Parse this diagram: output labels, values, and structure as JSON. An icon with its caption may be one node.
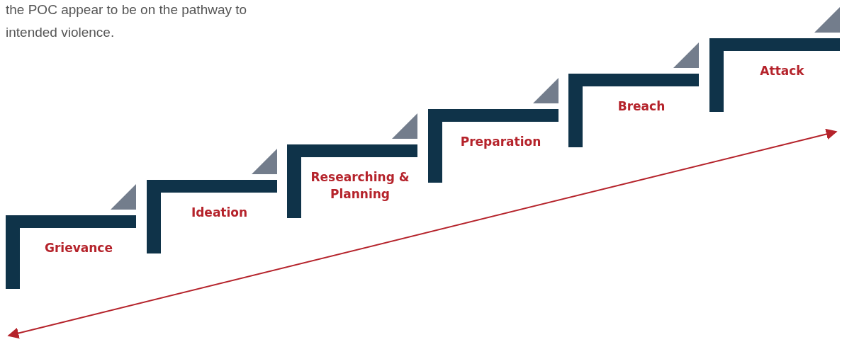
{
  "diagram": {
    "nodes": [
      {
        "text": [
          "Grievance"
        ]
      },
      {
        "text": [
          "Ideation"
        ]
      },
      {
        "text": [
          "Researching & Planning"
        ]
      },
      {
        "text": [
          "Preparation"
        ]
      },
      {
        "text": [
          "Breach"
        ]
      },
      {
        "text": [
          "Attack"
        ]
      }
    ],
    "labels": [
      "the POC appear to be on the pathway to intended violence."
    ]
  }
}
